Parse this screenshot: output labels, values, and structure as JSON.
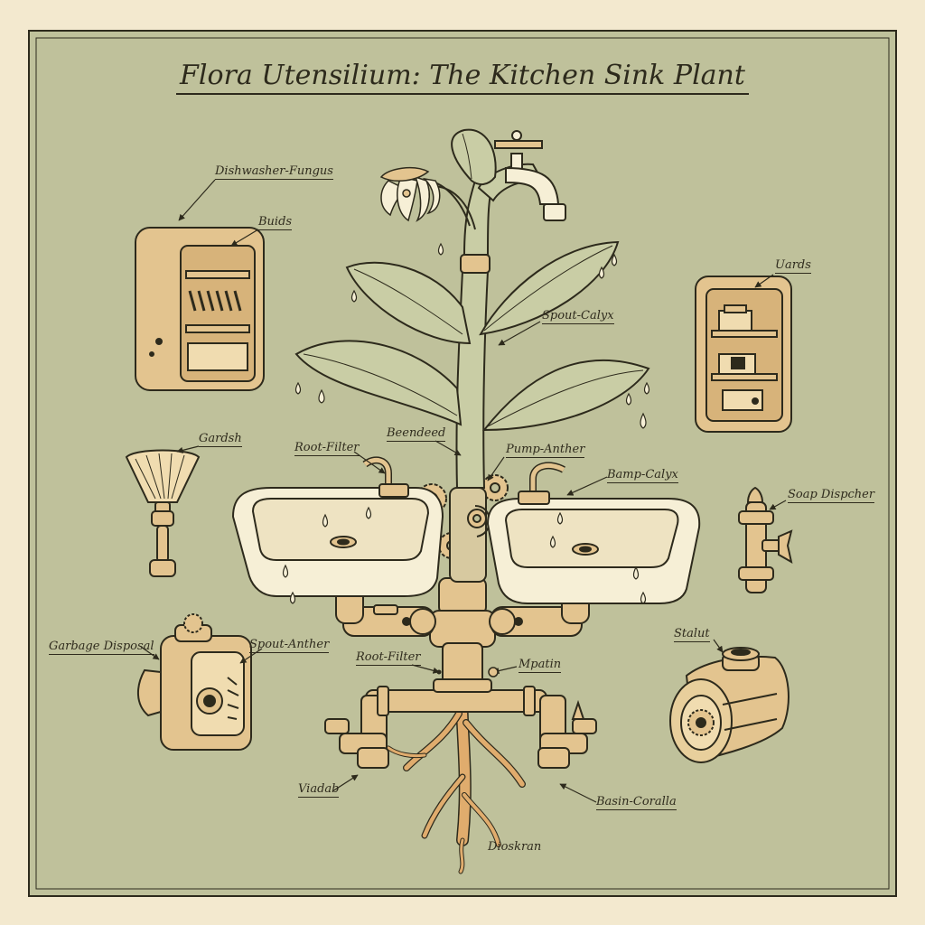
{
  "title": "Flora Utensilium: The Kitchen Sink Plant",
  "labels": {
    "dishwasher_fungus": "Dishwasher-Fungus",
    "buds": "Buids",
    "spout_calyx": "Spout-Calyx",
    "uards": "Uards",
    "gardsh": "Gardsh",
    "root_filter_upper": "Root-Filter",
    "bendeed": "Beendeed",
    "pump_anther": "Pump-Anther",
    "bamp_calyx": "Bamp-Calyx",
    "soap_dispenser": "Soap Dispcher",
    "garbage_disposal": "Garbage Disposal",
    "spout_anther": "Spout-Anther",
    "root_filter_lower": "Root-Filter",
    "matin": "Mpatin",
    "stalut": "Stalut",
    "viadab": "Viadab",
    "basin_corolla": "Basin-Coralla",
    "dioskran": "Dioskran"
  },
  "colors": {
    "paper": "#f3e9cf",
    "panel": "#bfc19b",
    "ink": "#2d2a1c",
    "leaf": "#c9cda5",
    "brass": "#e3c48f",
    "porcelain": "#f6efd6",
    "root": "#e0ac6d"
  }
}
